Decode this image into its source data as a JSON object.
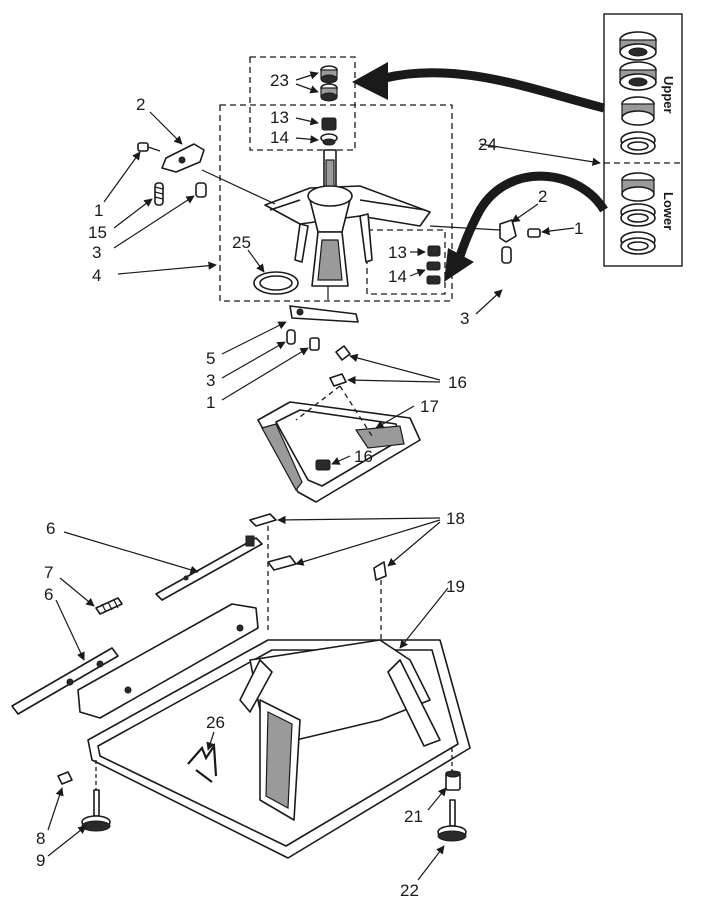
{
  "callouts": {
    "c1_a": "1",
    "c1_b": "1",
    "c1_c": "1",
    "c2_a": "2",
    "c2_b": "2",
    "c3_a": "3",
    "c3_b": "3",
    "c3_c": "3",
    "c4": "4",
    "c5": "5",
    "c6_a": "6",
    "c6_b": "6",
    "c7": "7",
    "c8": "8",
    "c9": "9",
    "c13_a": "13",
    "c13_b": "13",
    "c14_a": "14",
    "c14_b": "14",
    "c15": "15",
    "c16_a": "16",
    "c16_b": "16",
    "c17": "17",
    "c18": "18",
    "c19": "19",
    "c21": "21",
    "c22": "22",
    "c23": "23",
    "c24": "24",
    "c25": "25",
    "c26": "26"
  },
  "bearing_kit": {
    "upper_label": "Upper",
    "lower_label": "Lower"
  }
}
